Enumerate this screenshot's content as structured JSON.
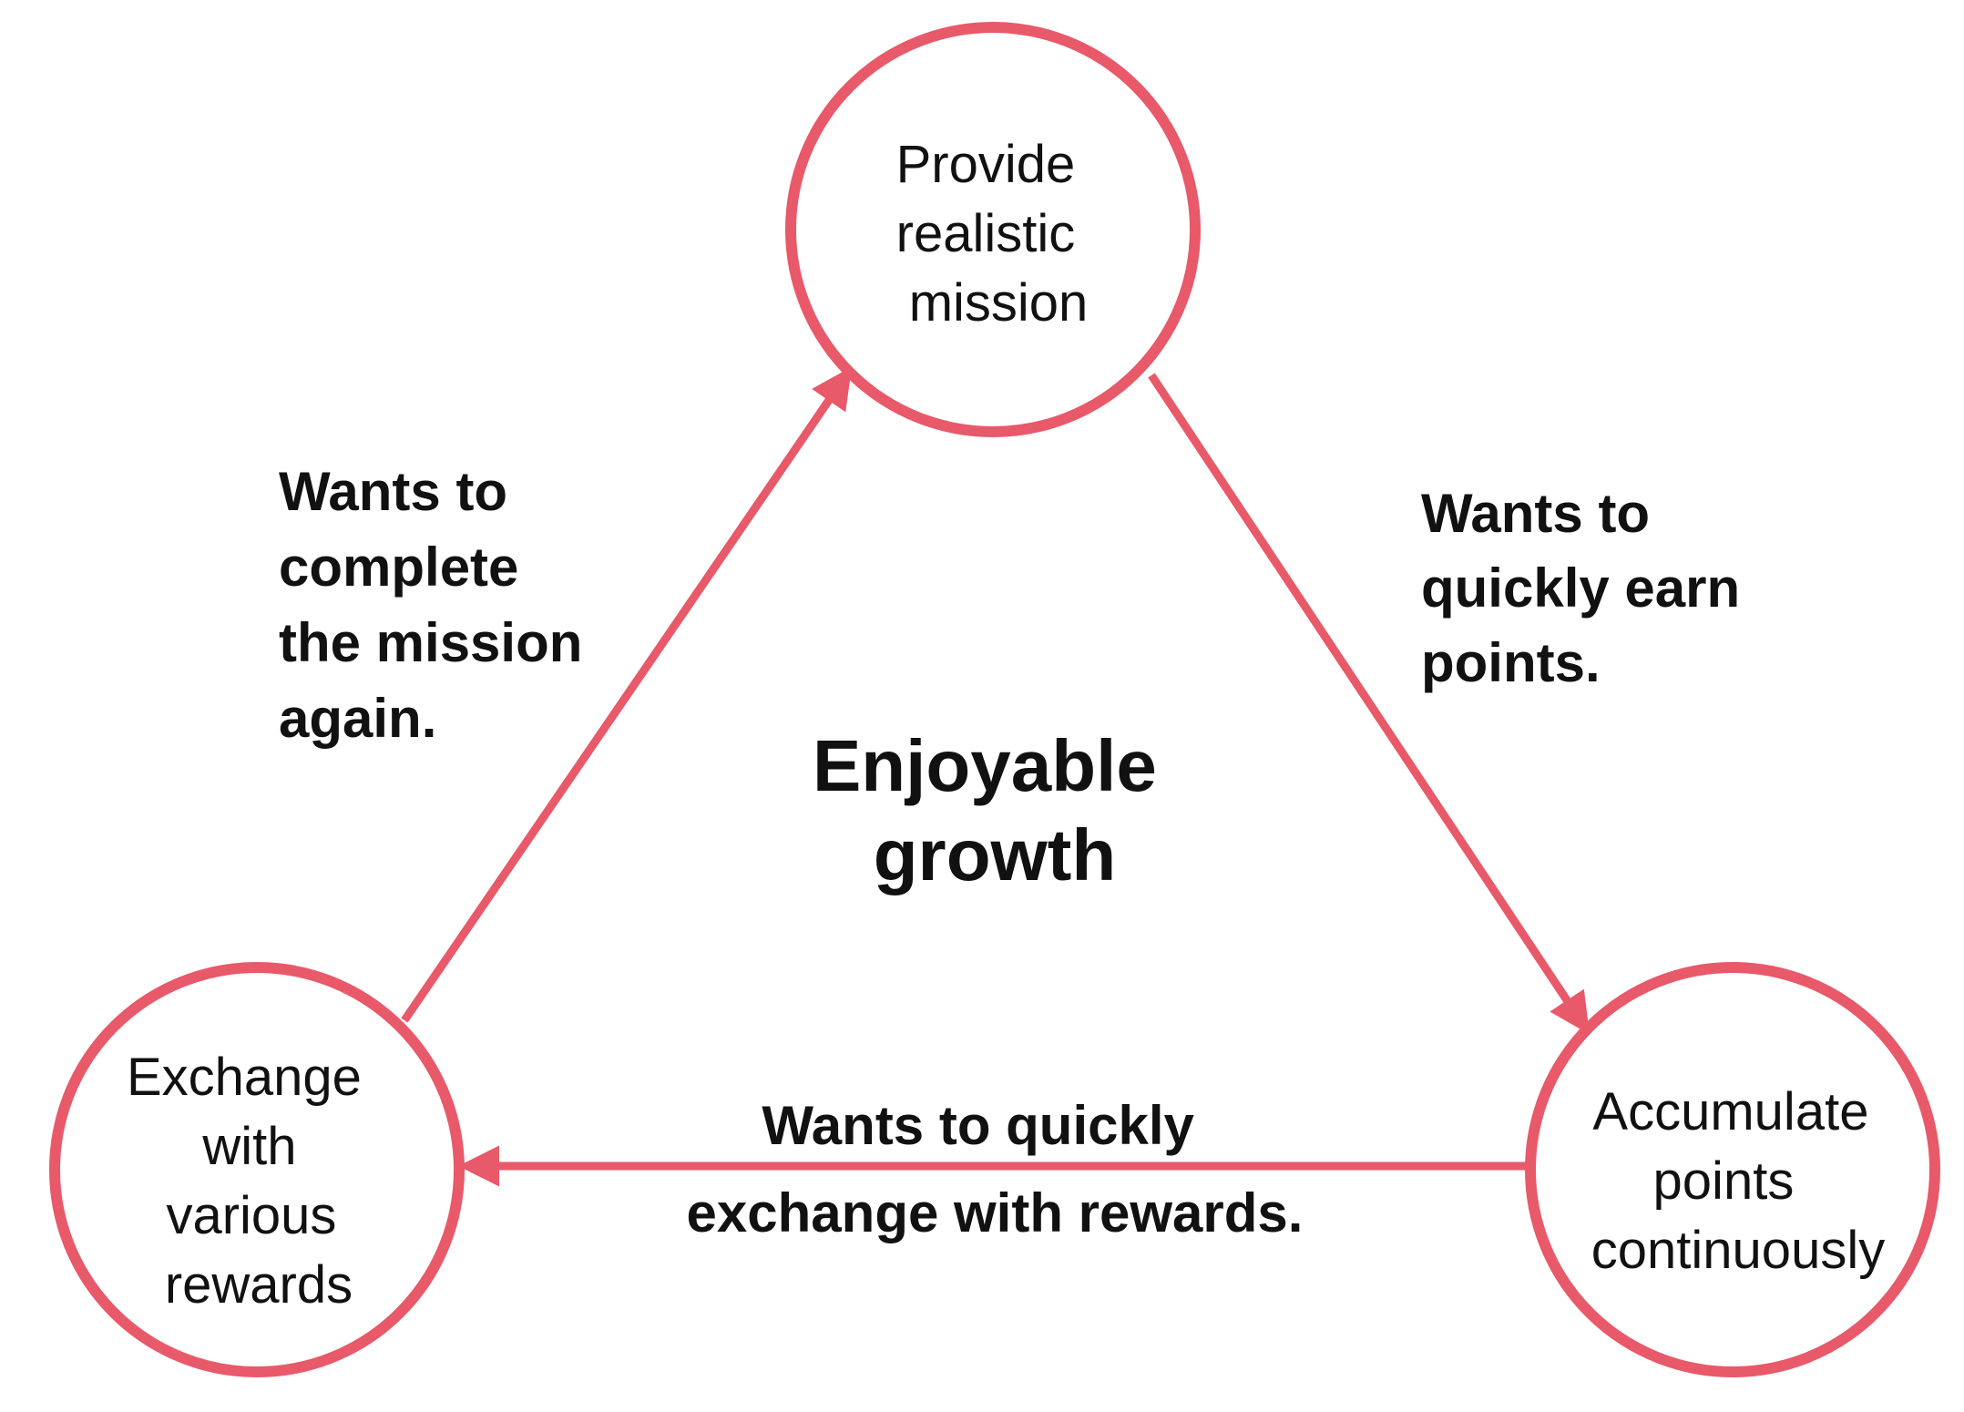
{
  "colors": {
    "accent": "#e8596a",
    "text": "#111111",
    "background": "#ffffff"
  },
  "center": {
    "lines": [
      "Enjoyable",
      "growth"
    ]
  },
  "nodes": {
    "top": {
      "lines": [
        "Provide",
        "realistic",
        "mission"
      ]
    },
    "right": {
      "lines": [
        "Accumulate",
        "points",
        "continuously"
      ]
    },
    "left": {
      "lines": [
        "Exchange",
        "with",
        "various",
        "rewards"
      ]
    }
  },
  "edges": {
    "top_to_right": {
      "lines": [
        "Wants to",
        "quickly earn",
        "points."
      ]
    },
    "right_to_left": {
      "lines": [
        "Wants to quickly",
        "exchange with rewards."
      ]
    },
    "left_to_top": {
      "lines": [
        "Wants to",
        "complete",
        "the mission",
        "again."
      ]
    }
  }
}
